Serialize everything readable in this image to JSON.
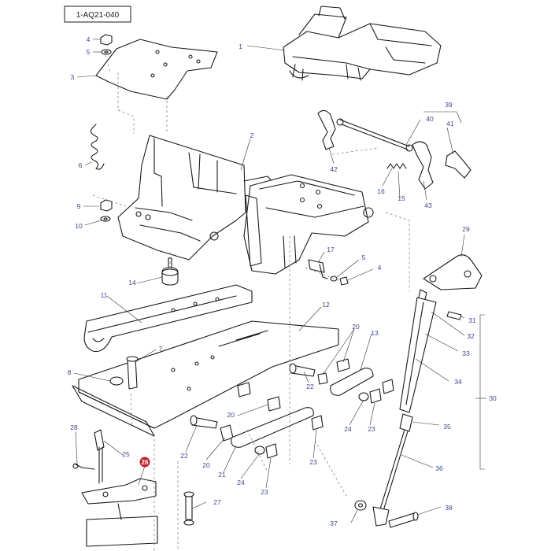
{
  "diagram": {
    "reference_code": "1-AQ21-040",
    "highlight_color": "#c0202a",
    "callout_color": "#3a4a8a",
    "callouts": [
      {
        "id": "c1",
        "label": "1"
      },
      {
        "id": "c2",
        "label": "2"
      },
      {
        "id": "c3",
        "label": "3"
      },
      {
        "id": "c4a",
        "label": "4"
      },
      {
        "id": "c5a",
        "label": "5"
      },
      {
        "id": "c6",
        "label": "6"
      },
      {
        "id": "c7",
        "label": "7"
      },
      {
        "id": "c8",
        "label": "8"
      },
      {
        "id": "c9",
        "label": "9"
      },
      {
        "id": "c10",
        "label": "10"
      },
      {
        "id": "c11",
        "label": "11"
      },
      {
        "id": "c12",
        "label": "12"
      },
      {
        "id": "c13",
        "label": "13"
      },
      {
        "id": "c14",
        "label": "14"
      },
      {
        "id": "c15",
        "label": "15"
      },
      {
        "id": "c16",
        "label": "16"
      },
      {
        "id": "c17",
        "label": "17"
      },
      {
        "id": "c5b",
        "label": "5"
      },
      {
        "id": "c4b",
        "label": "4"
      },
      {
        "id": "c20a",
        "label": "20"
      },
      {
        "id": "c20b",
        "label": "20"
      },
      {
        "id": "c20c",
        "label": "20"
      },
      {
        "id": "c21",
        "label": "21"
      },
      {
        "id": "c22a",
        "label": "22"
      },
      {
        "id": "c22b",
        "label": "22"
      },
      {
        "id": "c23a",
        "label": "23"
      },
      {
        "id": "c23b",
        "label": "23"
      },
      {
        "id": "c23c",
        "label": "23"
      },
      {
        "id": "c24a",
        "label": "24"
      },
      {
        "id": "c24b",
        "label": "24"
      },
      {
        "id": "c25",
        "label": "25"
      },
      {
        "id": "c26",
        "label": "26",
        "highlight": true
      },
      {
        "id": "c27",
        "label": "27"
      },
      {
        "id": "c28",
        "label": "28"
      },
      {
        "id": "c29",
        "label": "29"
      },
      {
        "id": "c30",
        "label": "30"
      },
      {
        "id": "c31",
        "label": "31"
      },
      {
        "id": "c32",
        "label": "32"
      },
      {
        "id": "c33",
        "label": "33"
      },
      {
        "id": "c34",
        "label": "34"
      },
      {
        "id": "c35",
        "label": "35"
      },
      {
        "id": "c36",
        "label": "36"
      },
      {
        "id": "c37",
        "label": "37"
      },
      {
        "id": "c38",
        "label": "38"
      },
      {
        "id": "c39",
        "label": "39"
      },
      {
        "id": "c40",
        "label": "40"
      },
      {
        "id": "c41",
        "label": "41"
      },
      {
        "id": "c42",
        "label": "42"
      },
      {
        "id": "c43",
        "label": "43"
      }
    ]
  }
}
